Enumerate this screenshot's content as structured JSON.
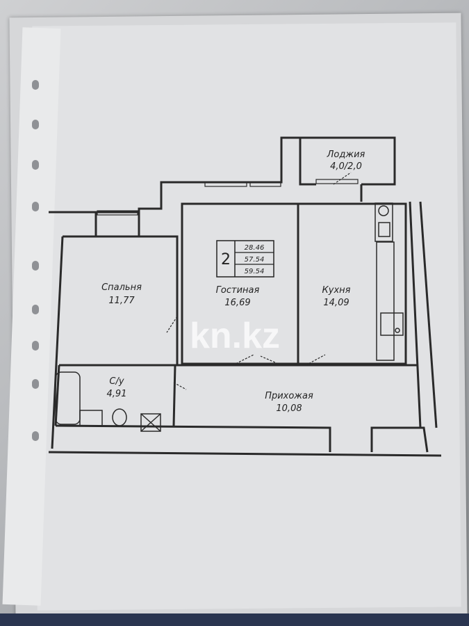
{
  "apartment": {
    "rooms_count": "2",
    "living_area": "28.46",
    "total_area": "57.54",
    "total_area_with_loggia": "59.54"
  },
  "rooms": [
    {
      "name": "Лоджия",
      "area": "4,0/2,0"
    },
    {
      "name": "Спальня",
      "area": "11,77"
    },
    {
      "name": "Гостиная",
      "area": "16,69"
    },
    {
      "name": "Кухня",
      "area": "14,09"
    },
    {
      "name": "С/у",
      "area": "4,91"
    },
    {
      "name": "Прихожая",
      "area": "10,08"
    }
  ],
  "watermark": "kn.kz",
  "colors": {
    "wall": "#2a2a2a",
    "paper": "#e1e2e4"
  }
}
